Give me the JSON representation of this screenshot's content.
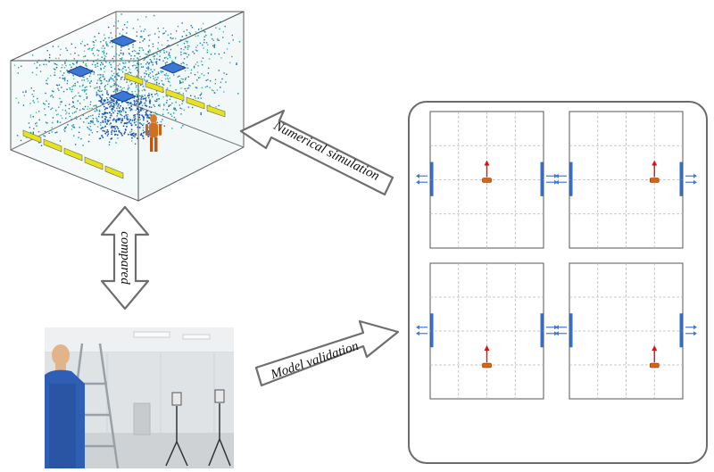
{
  "labels": {
    "numerical_simulation": "Numerical simulation",
    "model_validation": "Model validation",
    "compared": "compared"
  },
  "colors": {
    "frame": "#6b6b6b",
    "vent": "#2f6fd6",
    "airflow": "#3b7be0",
    "heading": "#dd1111",
    "person": "#e06010",
    "room_grid": "#b9b9b9",
    "diffuser": "#3a78d8",
    "exhaust_slot": "#e6e21c"
  },
  "layout_scenarios": [
    {
      "id": "top-left",
      "vent_left": true,
      "vent_right": true,
      "person_position": "middle"
    },
    {
      "id": "top-right",
      "vent_left": true,
      "vent_right": true,
      "person_position": "middle-right"
    },
    {
      "id": "bottom-left",
      "vent_left": true,
      "vent_right": true,
      "person_position": "lower"
    },
    {
      "id": "bottom-right",
      "vent_left": true,
      "vent_right": true,
      "person_position": "lower-right"
    }
  ],
  "icons": [
    "cfd-room-model",
    "lab-photo",
    "block-arrow",
    "double-arrow",
    "airflow-arrow",
    "occupant-marker"
  ]
}
